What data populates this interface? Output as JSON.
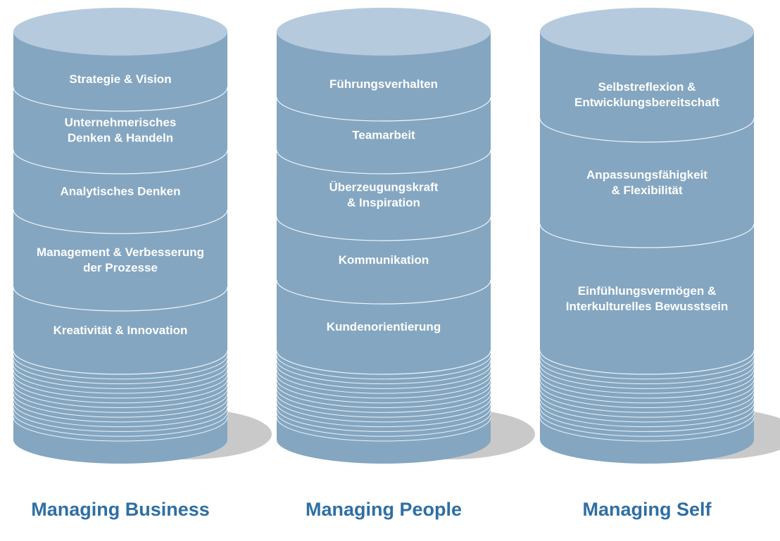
{
  "colors": {
    "body": "#84a6c1",
    "top": "#b6cadd",
    "line": "#ffffff",
    "shadow": "#c9c9c9",
    "title": "#2f6fa3"
  },
  "pillars": [
    {
      "title": "Managing Business",
      "segments": [
        {
          "lines": [
            "Strategie & Vision"
          ]
        },
        {
          "lines": [
            "Unternehmerisches",
            "Denken & Handeln"
          ]
        },
        {
          "lines": [
            "Analytisches Denken"
          ]
        },
        {
          "lines": [
            "Management & Verbesserung",
            "der Prozesse"
          ]
        },
        {
          "lines": [
            "Kreativität & Innovation"
          ]
        }
      ]
    },
    {
      "title": "Managing People",
      "segments": [
        {
          "lines": [
            "Führungsverhalten"
          ]
        },
        {
          "lines": [
            "Teamarbeit"
          ]
        },
        {
          "lines": [
            "Überzeugungskraft",
            "& Inspiration"
          ]
        },
        {
          "lines": [
            "Kommunikation"
          ]
        },
        {
          "lines": [
            "Kundenorientierung"
          ]
        }
      ]
    },
    {
      "title": "Managing Self",
      "segments": [
        {
          "lines": [
            "Selbstreflexion &",
            "Entwicklungsbereitschaft"
          ]
        },
        {
          "lines": [
            "Anpassungsfähigkeit",
            "& Flexibilität"
          ]
        },
        {
          "lines": [
            "Einfühlungsvermögen &",
            "Interkulturelles Bewusstsein"
          ]
        }
      ]
    }
  ]
}
